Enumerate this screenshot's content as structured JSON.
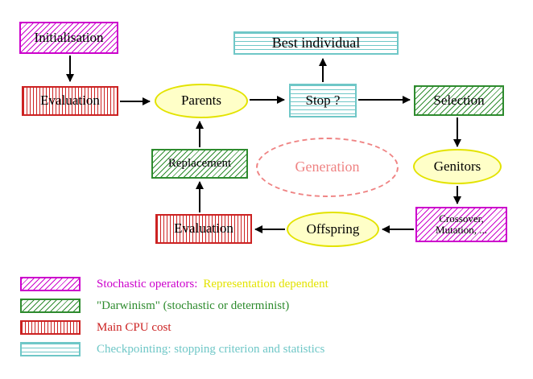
{
  "colors": {
    "magenta": "#cc00cc",
    "green": "#2e8b2e",
    "red": "#cc2222",
    "cyan": "#6fc7c7",
    "yellow": "#e3e300",
    "yellow_fill": "#ffffc8",
    "salmon": "#ef8383",
    "arrow": "#000000"
  },
  "diagram": {
    "nodes": {
      "initialisation": "Initialisation",
      "evaluation_top": "Evaluation",
      "parents": "Parents",
      "stop": "Stop ?",
      "best_individual": "Best individual",
      "selection": "Selection",
      "genitors": "Genitors",
      "crossover_line1": "Crossover,",
      "crossover_line2": "Mutation, ...",
      "offspring": "Offspring",
      "evaluation_bottom": "Evaluation",
      "replacement": "Replacement",
      "generation": "Generation"
    }
  },
  "legend": {
    "items": [
      {
        "swatch": "magenta-hatch",
        "label": "Stochastic operators:",
        "label_extra": "Representation dependent"
      },
      {
        "swatch": "green-hatch",
        "label": "\"Darwinism\" (stochastic or determinist)"
      },
      {
        "swatch": "red-vertical-stripes",
        "label": "Main CPU cost"
      },
      {
        "swatch": "cyan-horizontal-stripes",
        "label": "Checkpointing: stopping criterion and statistics"
      }
    ]
  }
}
